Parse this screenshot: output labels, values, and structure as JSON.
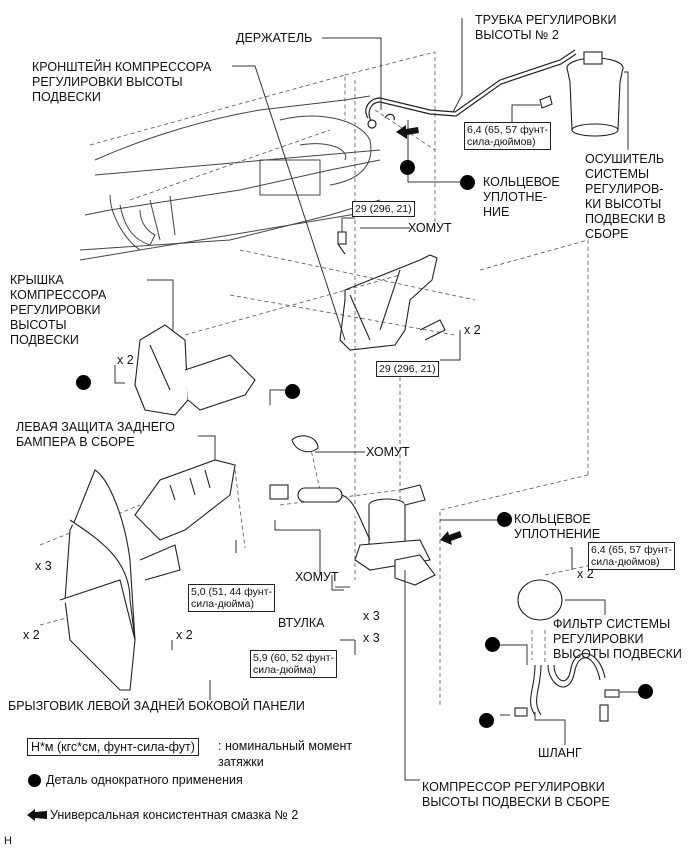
{
  "diagram": {
    "labels": {
      "holder": "ДЕРЖАТЕЛЬ",
      "compressor_bracket": "КРОНШТЕЙН КОМПРЕССОРА\nРЕГУЛИРОВКИ ВЫСОТЫ\nПОДВЕСКИ",
      "height_control_tube": "ТРУБКА РЕГУЛИРОВКИ\nВЫСОТЫ № 2",
      "o_ring_top": "КОЛЬЦЕВОЕ\nУПЛОТНЕ-\nНИЕ",
      "dryer": "ОСУШИТЕЛЬ\nСИСТЕМЫ\nРЕГУЛИРОВ-\nКИ ВЫСОТЫ\nПОДВЕСКИ В\nСБОРЕ",
      "clamp_top": "ХОМУТ",
      "compressor_cover": "КРЫШКА\nКОМПРЕССОРА\nРЕГУЛИРОВКИ\nВЫСОТЫ\nПОДВЕСКИ",
      "bumper_protector": "ЛЕВАЯ ЗАЩИТА ЗАДНЕГО\nБАМПЕРА В СБОРЕ",
      "clamp_mid": "ХОМУТ",
      "clamp_low": "ХОМУТ",
      "o_ring_low": "КОЛЬЦЕВОЕ\nУПЛОТНЕНИЕ",
      "bushing": "ВТУЛКА",
      "filter": "ФИЛЬТР СИСТЕМЫ\nРЕГУЛИРОВКИ\nВЫСОТЫ ПОДВЕСКИ",
      "hose": "ШЛАНГ",
      "mudguard": "БРЫЗГОВИК ЛЕВОЙ ЗАДНЕЙ БОКОВОЙ ПАНЕЛИ",
      "compressor_assy": "КОМПРЕССОР РЕГУЛИРОВКИ\nВЫСОТЫ ПОДВЕСКИ В СБОРЕ"
    },
    "torques": {
      "dryer_bolt": "6,4 (65, 57 фунт-\nсила-дюймов)",
      "bracket_top": "29 (296, 21)",
      "bracket_bottom": "29 (296, 21)",
      "bumper_bolt": "5,0 (51, 44 фунт-\nсила-дюйма)",
      "compressor_bolt": "5,9 (60, 52 фунт-\nсила-дюйма)",
      "filter_bolt": "6,4 (65, 57 фунт-\nсила-дюймов)"
    },
    "quantities": {
      "bracket_bolt": "x 2",
      "cover_clip": "x 2",
      "mudguard_screw": "x 3",
      "mudguard_clip": "x 2",
      "mudguard_bolt": "x 2",
      "bushing": "x 3",
      "compressor_bolt": "x 3",
      "filter_bolt": "x 2"
    }
  },
  "legend": {
    "torque_unit": "Н*м (кгс*см, фунт-сила-фут)",
    "torque_desc": ": номинальный момент\nзатяжки",
    "non_reusable": "Деталь однократного применения",
    "grease": "Универсальная консистентная смазка № 2"
  },
  "corner_mark": "H"
}
